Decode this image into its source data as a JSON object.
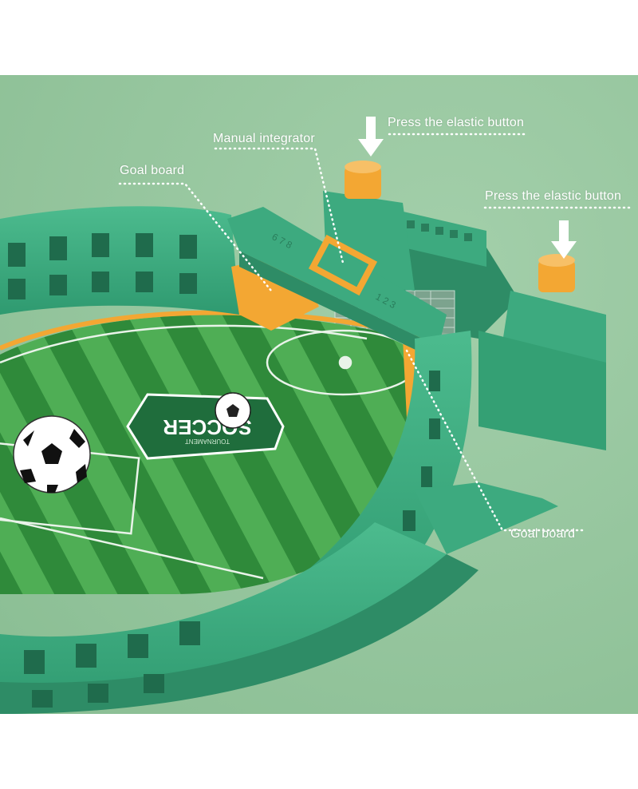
{
  "colors": {
    "background": "#93c59d",
    "frame": "#3daa7f",
    "frame_dark": "#2e8c66",
    "field_light": "#4fae55",
    "field_dark": "#2f8a3a",
    "accent": "#f3a733",
    "button_cap": "#f3a733",
    "label_text": "#ffffff"
  },
  "labels": {
    "manual_integrator": "Manual integrator",
    "goal_board_left": "Goal board",
    "elastic_button_1": "Press the elastic button",
    "elastic_button_2": "Press the elastic button",
    "goal_board_right": "Goal board"
  },
  "badge": {
    "text": "SOCCER",
    "subtext": "TOURNAMENT"
  },
  "score_counter": {
    "numbers_left": "6 7 8",
    "numbers_right": "1 2 3"
  },
  "icons": {
    "arrow": "arrow-down-icon",
    "ball": "soccer-ball-icon"
  }
}
